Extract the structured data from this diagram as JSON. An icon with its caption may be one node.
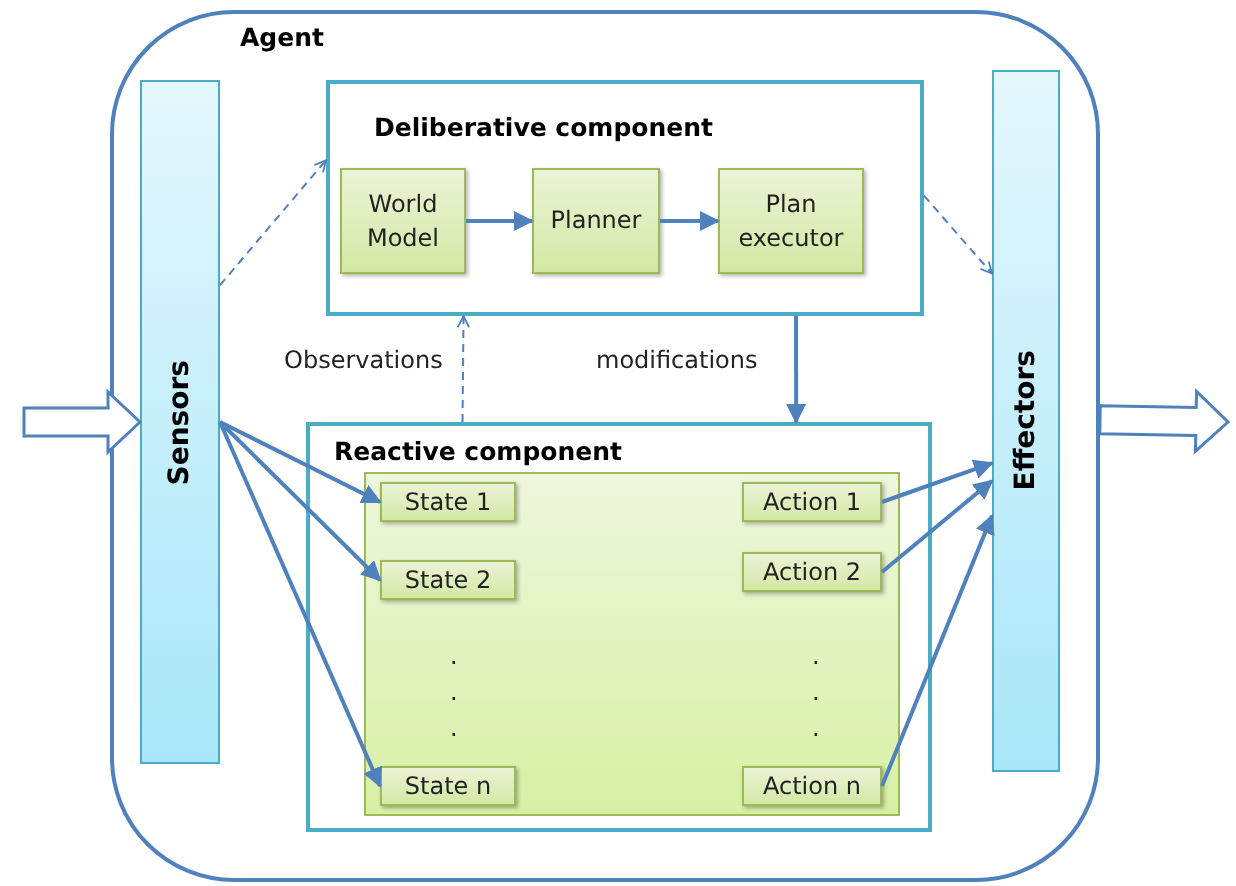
{
  "diagram": {
    "nodes": [
      {
        "text": [
          "Agent"
        ]
      },
      {
        "text": [
          "Sensors"
        ],
        "in": 0
      },
      {
        "text": [
          "Deliberative component"
        ],
        "in": 0
      },
      {
        "text": [
          "World Model"
        ],
        "in": 2
      },
      {
        "text": [
          "Planner"
        ],
        "in": 2
      },
      {
        "text": [
          "Plan executor"
        ],
        "in": 2
      },
      {
        "text": [
          "Effectors"
        ],
        "in": 0
      },
      {
        "text": [
          "Reactive component"
        ],
        "in": 0
      },
      {
        "text": [
          "State 1"
        ],
        "in": 7
      },
      {
        "text": [
          "State 2"
        ],
        "in": 7
      },
      {
        "text": [
          "State n"
        ],
        "in": 7
      },
      {
        "text": [
          "Action 1"
        ],
        "in": 7
      },
      {
        "text": [
          "Action 2"
        ],
        "in": 7
      },
      {
        "text": [
          "Action n"
        ],
        "in": 7
      }
    ],
    "edges": [
      {
        "from": null,
        "to": 1,
        "arrow": "to",
        "style": "thick"
      },
      {
        "from": 1,
        "to": 2,
        "arrow": "to",
        "style": "dashed"
      },
      {
        "from": 3,
        "to": 4,
        "arrow": "to"
      },
      {
        "from": 4,
        "to": 5,
        "arrow": "to"
      },
      {
        "from": 2,
        "to": 6,
        "arrow": "to",
        "style": "dashed"
      },
      {
        "from": 7,
        "to": 2,
        "arrow": "to",
        "style": "dashed",
        "label": "Observations"
      },
      {
        "from": 2,
        "to": 7,
        "arrow": "to",
        "label": "modifications"
      },
      {
        "from": 1,
        "to": 8,
        "arrow": "to"
      },
      {
        "from": 1,
        "to": 9,
        "arrow": "to"
      },
      {
        "from": 1,
        "to": 10,
        "arrow": "to"
      },
      {
        "from": 11,
        "to": 6,
        "arrow": "to"
      },
      {
        "from": 12,
        "to": 6,
        "arrow": "to"
      },
      {
        "from": 13,
        "to": 6,
        "arrow": "to"
      },
      {
        "from": 0,
        "to": null,
        "arrow": "to",
        "style": "thick"
      }
    ],
    "labels": [
      ".",
      ".",
      ".",
      ".",
      ".",
      "."
    ]
  }
}
